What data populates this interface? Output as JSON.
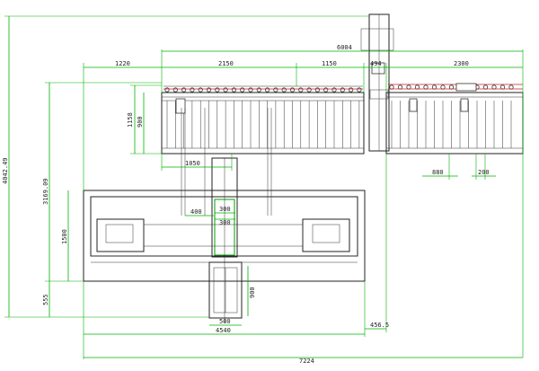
{
  "drawing": {
    "colors": {
      "dimension": "#00b000",
      "outline": "#222222",
      "accent": "#c02020"
    },
    "dimensions": {
      "d_6004": "6004",
      "d_1220": "1220",
      "d_2150": "2150",
      "d_1150": "1150",
      "d_494": "494",
      "d_2300": "2300",
      "d_1158": "1158",
      "d_900_left": "900",
      "d_1050": "1050",
      "d_880": "880",
      "d_200": "200",
      "d_400": "400",
      "d_300a": "300",
      "d_300b": "300",
      "d_1500": "1500",
      "d_4042": "4042.49",
      "d_3160": "3169.09",
      "d_555": "555",
      "d_900_bottom": "900",
      "d_500": "500",
      "d_4540": "4540",
      "d_456": "456.5",
      "d_7224": "7224"
    }
  }
}
